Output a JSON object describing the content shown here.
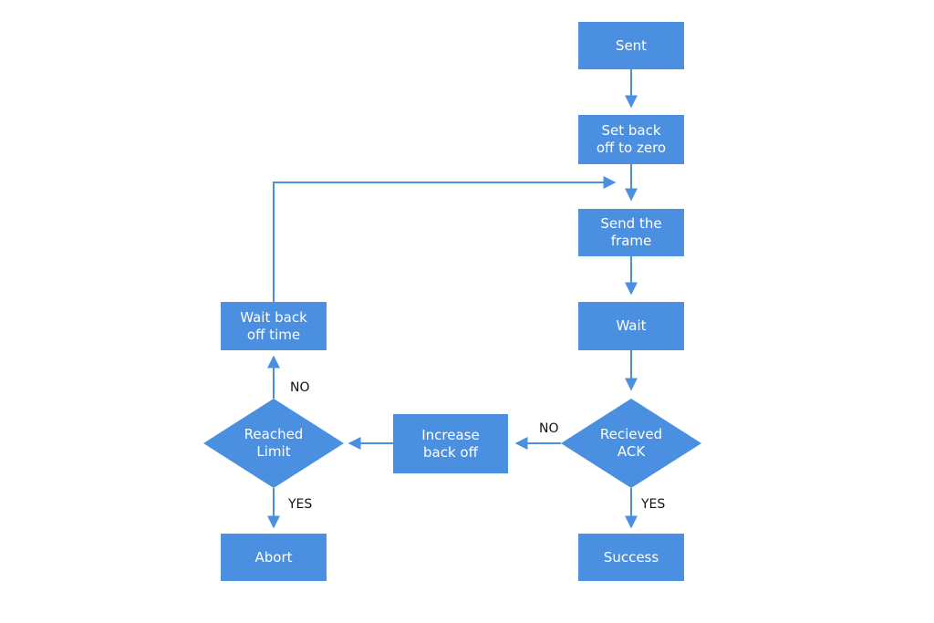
{
  "diagram": {
    "colors": {
      "node_fill": "#4a8fe0",
      "edge": "#4a8fe0",
      "node_text": "#ffffff",
      "label_text": "#111111"
    },
    "nodes": {
      "sent": "Sent",
      "set_backoff_zero": "Set back\noff to zero",
      "send_frame": "Send the\nframe",
      "wait": "Wait",
      "received_ack": "Recieved\nACK",
      "success": "Success",
      "increase_backoff": "Increase\nback off",
      "reached_limit": "Reached\nLimit",
      "wait_backoff_time": "Wait back\noff time",
      "abort": "Abort"
    },
    "edge_labels": {
      "ack_no": "NO",
      "ack_yes": "YES",
      "limit_no": "NO",
      "limit_yes": "YES"
    }
  }
}
